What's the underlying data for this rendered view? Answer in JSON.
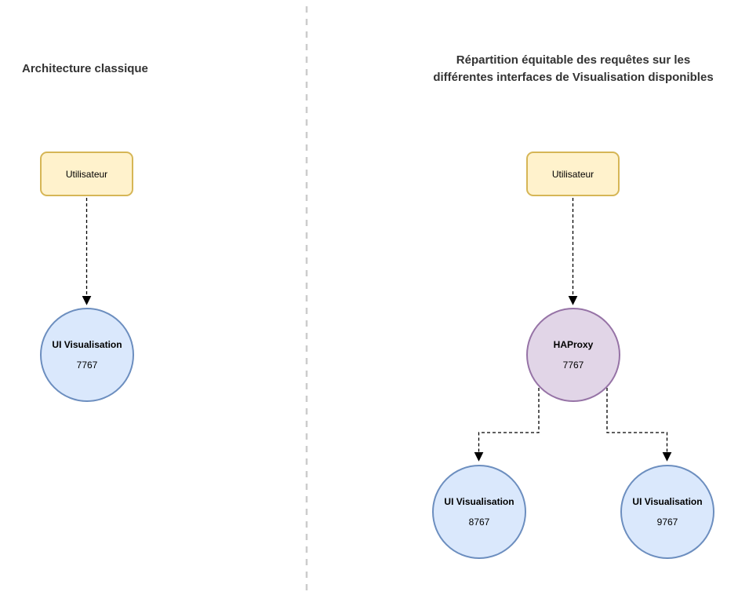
{
  "titles": {
    "left": "Architecture classique",
    "right_line1": "Répartition équitable des requêtes sur les",
    "right_line2": "différentes interfaces de Visualisation disponibles"
  },
  "left_panel": {
    "user_box": {
      "label": "Utilisateur"
    },
    "ui_node": {
      "label": "UI Visualisation",
      "port": "7767"
    }
  },
  "right_panel": {
    "user_box": {
      "label": "Utilisateur"
    },
    "haproxy_node": {
      "label": "HAProxy",
      "port": "7767"
    },
    "ui_node_1": {
      "label": "UI Visualisation",
      "port": "8767"
    },
    "ui_node_2": {
      "label": "UI Visualisation",
      "port": "9767"
    }
  },
  "colors": {
    "user_box_fill": "#FFF2CC",
    "user_box_border": "#D6B656",
    "ui_node_fill": "#DAE8FC",
    "ui_node_border": "#6C8EBF",
    "haproxy_fill": "#E1D5E7",
    "haproxy_border": "#9673A6",
    "divider": "#CCCCCC",
    "connector": "#000000",
    "title_text": "#333333"
  }
}
